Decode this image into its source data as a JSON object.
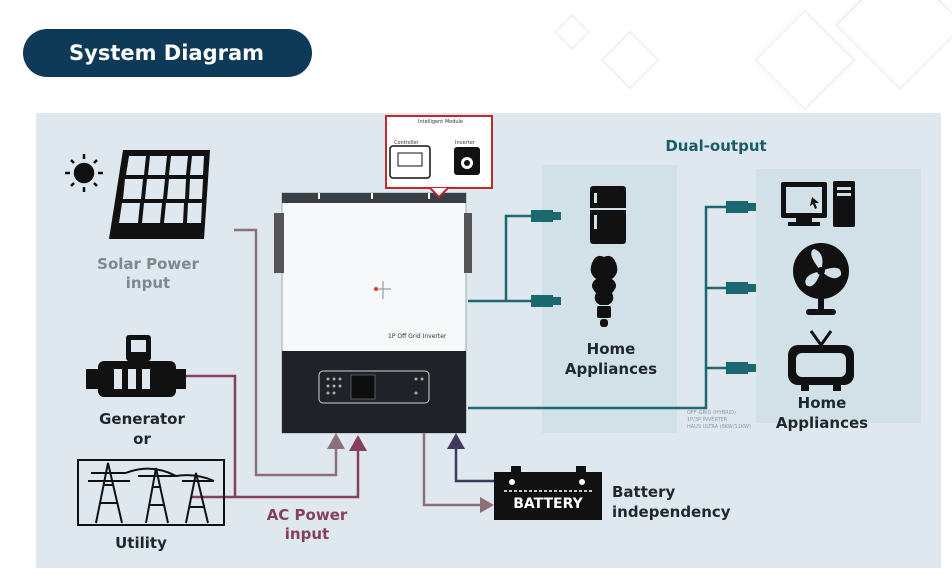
{
  "header": {
    "title": "System Diagram"
  },
  "diagram": {
    "inputs": {
      "solar": "Solar Power\ninput",
      "generator": "Generator\nor",
      "utility": "Utility",
      "ac_power": "AC Power\ninput"
    },
    "inverter": {
      "model_label": "1P Off Grid Inverter",
      "module": {
        "title": "Intelligent Module",
        "controller": "Controller",
        "inverter": "Inverter"
      }
    },
    "outputs": {
      "dual_output": "Dual-output",
      "home_appliances_left": "Home\nAppliances",
      "home_appliances_right": "Home\nAppliances"
    },
    "battery": {
      "label": "BATTERY",
      "caption": "Battery\nindependency"
    },
    "fine_print": [
      "OFF-GRID (HYBRID)",
      "1P/3P INVERTER",
      "HAUS ULTRA (8KW/11KW)"
    ],
    "colors": {
      "title_bg": "#0f3a57",
      "canvas_bg": "#dfe8ee",
      "solar_line": "#8c7078",
      "ac_line": "#86405e",
      "output_line": "#1c6870",
      "panel_bg": "#d2e1e8"
    }
  }
}
